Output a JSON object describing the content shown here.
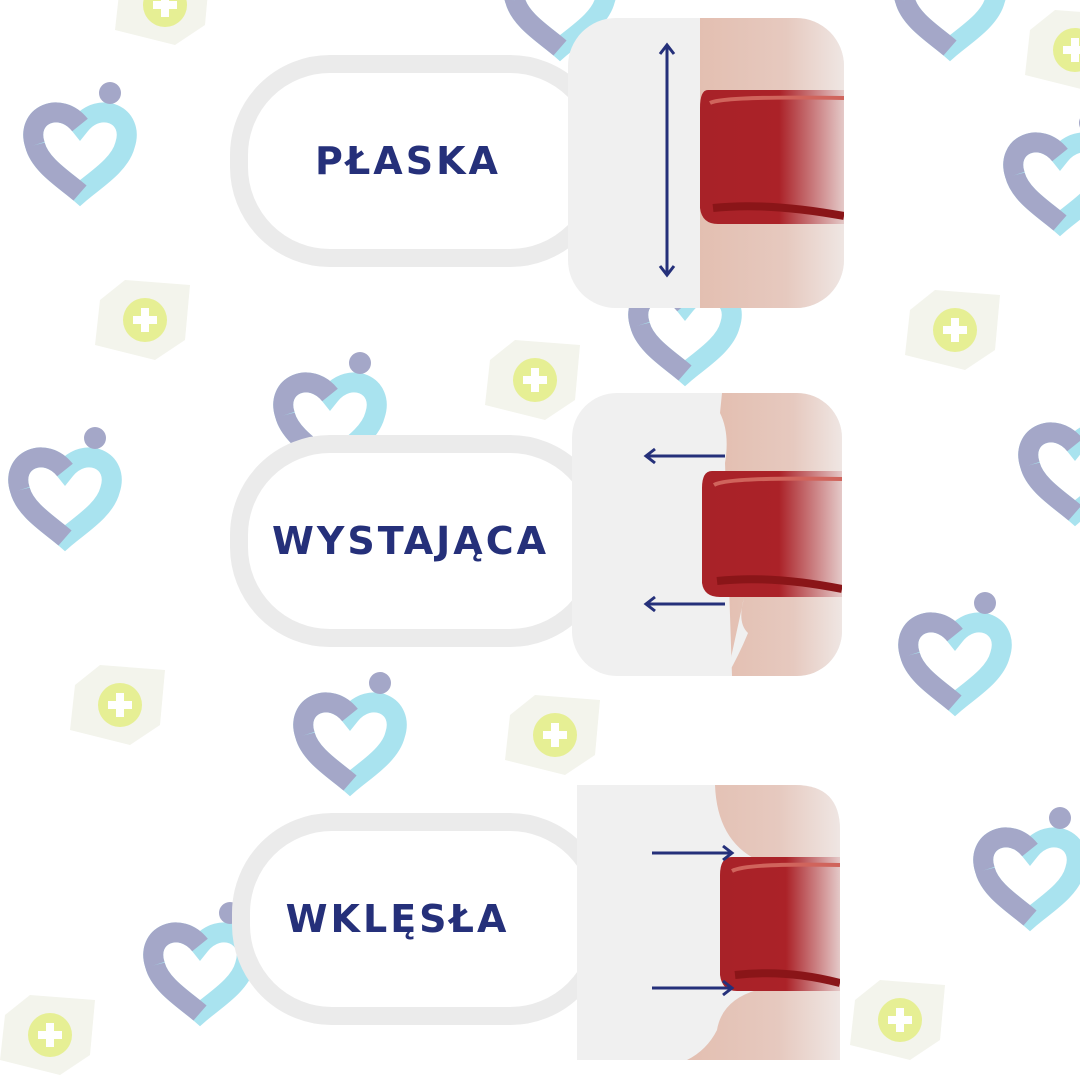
{
  "cards": [
    {
      "label": "PŁASKA",
      "arrow": "vertical"
    },
    {
      "label": "WYSTAJĄCA",
      "arrow": "outward"
    },
    {
      "label": "WKLĘSŁA",
      "arrow": "inward"
    }
  ],
  "colors": {
    "text": "#25307a",
    "stoma": "#a82228",
    "skin": "#e3c0b3",
    "panel": "#f0f0f0",
    "heart_blue": "#a9e3ef",
    "heart_purple": "#a4a7c8",
    "badge_yellow": "#e6ef94"
  }
}
